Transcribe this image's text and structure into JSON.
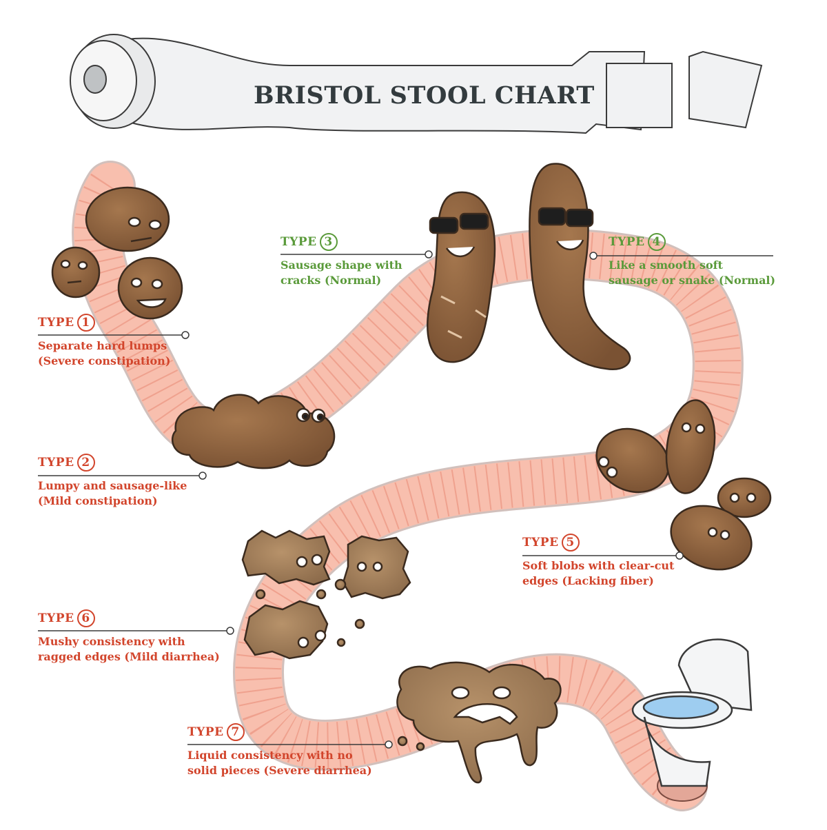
{
  "title": "BRISTOL STOOL CHART",
  "types": [
    {
      "prefix": "TYPE",
      "number": "1",
      "line1": "Separate hard lumps",
      "line2": "(Severe constipation)",
      "color": "#d2452c"
    },
    {
      "prefix": "TYPE",
      "number": "2",
      "line1": "Lumpy and sausage-like",
      "line2": "(Mild constipation)",
      "color": "#d2452c"
    },
    {
      "prefix": "TYPE",
      "number": "3",
      "line1": "Sausage shape with",
      "line2": "cracks (Normal)",
      "color": "#5a9a3a"
    },
    {
      "prefix": "TYPE",
      "number": "4",
      "line1": "Like a smooth soft",
      "line2": "sausage or snake (Normal)",
      "color": "#5a9a3a"
    },
    {
      "prefix": "TYPE",
      "number": "5",
      "line1": "Soft blobs with clear-cut",
      "line2": "edges (Lacking fiber)",
      "color": "#d2452c"
    },
    {
      "prefix": "TYPE",
      "number": "6",
      "line1": "Mushy consistency with",
      "line2": "ragged edges (Mild diarrhea)",
      "color": "#d2452c"
    },
    {
      "prefix": "TYPE",
      "number": "7",
      "line1": "Liquid consistency with no",
      "line2": "solid pieces (Severe diarrhea)",
      "color": "#d2452c"
    }
  ]
}
